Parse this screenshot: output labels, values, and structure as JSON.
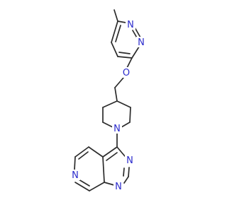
{
  "molecule": {
    "atom_labels": {
      "n1": "N",
      "n2": "N",
      "o": "O",
      "n_pip": "N",
      "n3": "N",
      "n4": "N",
      "n5": "N"
    }
  },
  "colors": {
    "bond": "#2b2b2b",
    "heteroatom": "#2a2acc",
    "background": "#ffffff"
  }
}
